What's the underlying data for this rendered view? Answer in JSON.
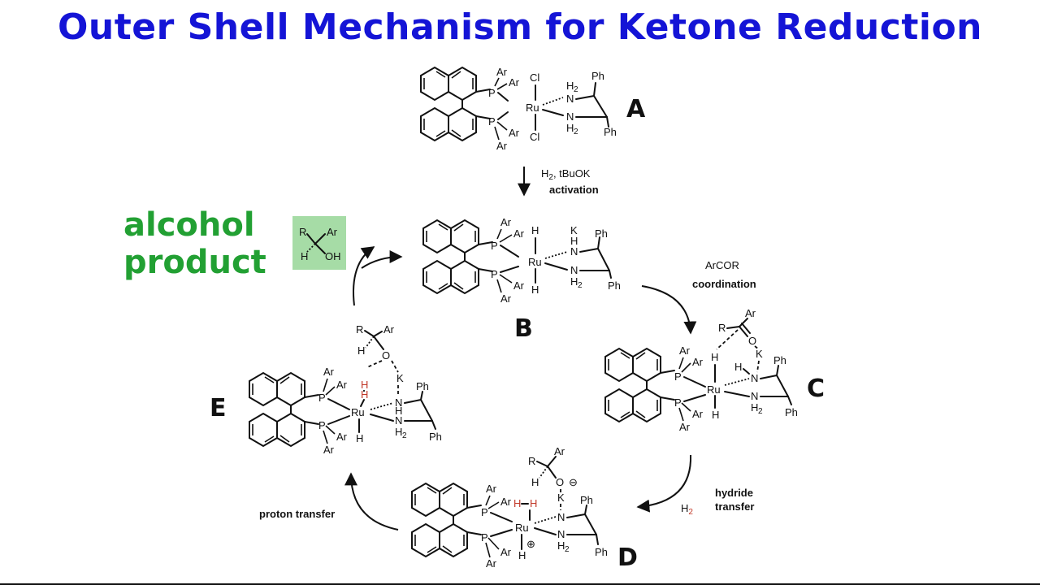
{
  "title": "Outer Shell Mechanism for Ketone Reduction",
  "product_label": {
    "line1": "alcohol",
    "line2": "product"
  },
  "product_box": {
    "R": "R",
    "Ar": "Ar",
    "H": "H",
    "OH": "OH"
  },
  "atoms": {
    "Ar": "Ar",
    "P": "P",
    "Ru": "Ru",
    "Cl": "Cl",
    "N": "N",
    "Ph": "Ph",
    "H": "H",
    "K": "K",
    "R": "R",
    "O": "O",
    "H2": "H",
    "sub2": "2"
  },
  "complexes": {
    "A": "A",
    "B": "B",
    "C": "C",
    "D": "D",
    "E": "E"
  },
  "steps": {
    "activation_reagent_h": "H",
    "activation_reagent_rest": ", tBuOK",
    "activation": "activation",
    "coordination_reagent": "ArCOR",
    "coordination": "coordination",
    "hydride_1": "hydride",
    "hydride_2": "transfer",
    "h2_release": "H",
    "proton_transfer": "proton transfer"
  },
  "charges": {
    "minus": "⊖",
    "plus": "⊕"
  },
  "colors": {
    "title": "#1414d6",
    "product_text": "#22a033",
    "product_box": "#a6dca6",
    "red_atoms": "#c23a2a"
  }
}
